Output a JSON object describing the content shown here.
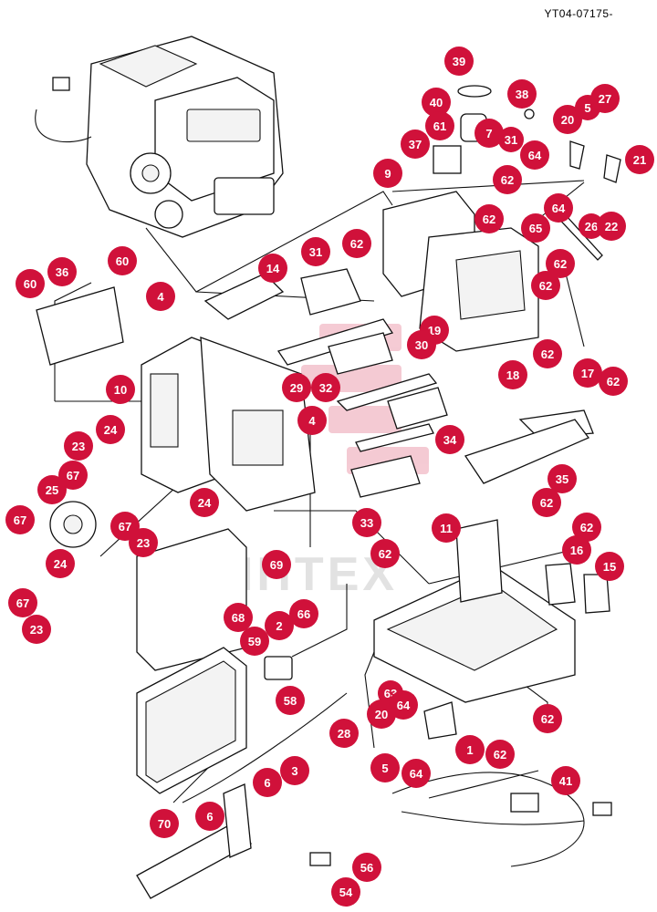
{
  "header": {
    "part_id": "YT04-07175-"
  },
  "watermark": {
    "text": "ИНТЕХ"
  },
  "colors": {
    "callout": "#d0113a",
    "line": "#111111",
    "watermark": "#e8a0a0"
  },
  "callouts": [
    {
      "label": "39"
    },
    {
      "label": "38"
    },
    {
      "label": "40"
    },
    {
      "label": "61"
    },
    {
      "label": "37"
    },
    {
      "label": "7"
    },
    {
      "label": "31"
    },
    {
      "label": "20"
    },
    {
      "label": "5"
    },
    {
      "label": "27"
    },
    {
      "label": "64"
    },
    {
      "label": "21"
    },
    {
      "label": "62"
    },
    {
      "label": "9"
    },
    {
      "label": "62"
    },
    {
      "label": "64"
    },
    {
      "label": "65"
    },
    {
      "label": "26"
    },
    {
      "label": "22"
    },
    {
      "label": "62"
    },
    {
      "label": "62"
    },
    {
      "label": "60"
    },
    {
      "label": "36"
    },
    {
      "label": "60"
    },
    {
      "label": "14"
    },
    {
      "label": "31"
    },
    {
      "label": "62"
    },
    {
      "label": "62"
    },
    {
      "label": "4"
    },
    {
      "label": "19"
    },
    {
      "label": "30"
    },
    {
      "label": "62"
    },
    {
      "label": "10"
    },
    {
      "label": "29"
    },
    {
      "label": "32"
    },
    {
      "label": "18"
    },
    {
      "label": "17"
    },
    {
      "label": "62"
    },
    {
      "label": "4"
    },
    {
      "label": "24"
    },
    {
      "label": "23"
    },
    {
      "label": "34"
    },
    {
      "label": "67"
    },
    {
      "label": "25"
    },
    {
      "label": "35"
    },
    {
      "label": "24"
    },
    {
      "label": "62"
    },
    {
      "label": "67"
    },
    {
      "label": "67"
    },
    {
      "label": "23"
    },
    {
      "label": "33"
    },
    {
      "label": "11"
    },
    {
      "label": "62"
    },
    {
      "label": "16"
    },
    {
      "label": "24"
    },
    {
      "label": "62"
    },
    {
      "label": "15"
    },
    {
      "label": "69"
    },
    {
      "label": "67"
    },
    {
      "label": "68"
    },
    {
      "label": "66"
    },
    {
      "label": "2"
    },
    {
      "label": "23"
    },
    {
      "label": "59"
    },
    {
      "label": "58"
    },
    {
      "label": "63"
    },
    {
      "label": "20"
    },
    {
      "label": "64"
    },
    {
      "label": "62"
    },
    {
      "label": "28"
    },
    {
      "label": "1"
    },
    {
      "label": "62"
    },
    {
      "label": "5"
    },
    {
      "label": "3"
    },
    {
      "label": "64"
    },
    {
      "label": "6"
    },
    {
      "label": "41"
    },
    {
      "label": "6"
    },
    {
      "label": "70"
    },
    {
      "label": "56"
    },
    {
      "label": "54"
    }
  ]
}
